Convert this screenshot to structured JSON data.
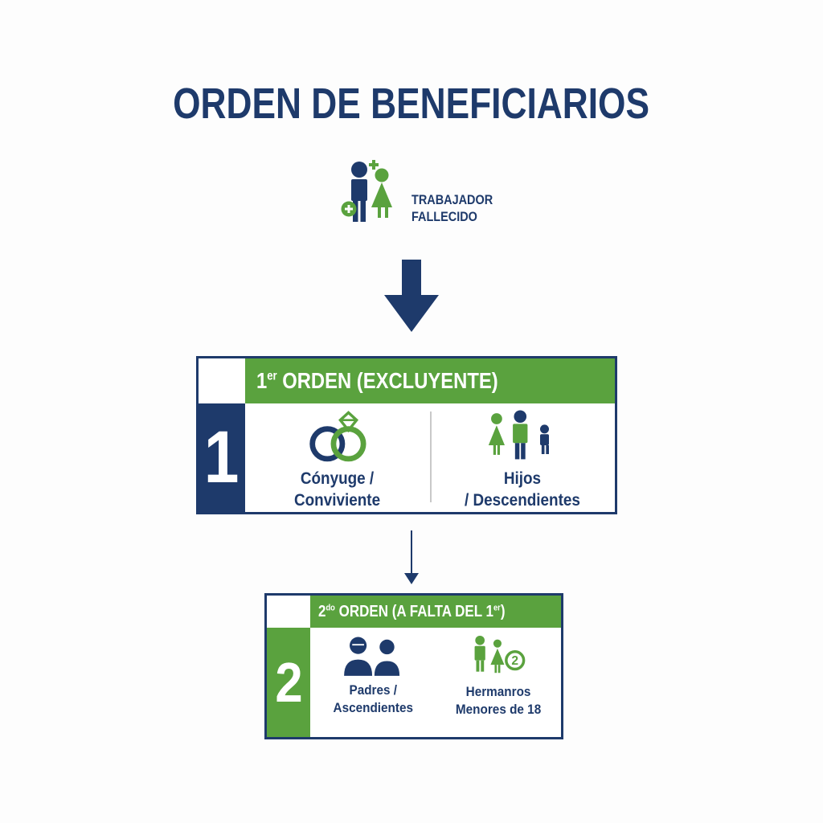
{
  "colors": {
    "navy": "#1e3a6b",
    "green": "#5aa23e",
    "background": "#fdfdfd",
    "divider": "#c9c9c9"
  },
  "title": "ORDEN DE BENEFICIARIOS",
  "worker": {
    "icon": "deceased-worker-couple-icon",
    "label_line1": "TRABAJADOR",
    "label_line2": "FALLECIDO"
  },
  "flow": {
    "main_arrow_icon": "down-block-arrow-icon",
    "secondary_arrow_icon": "down-thin-arrow-icon"
  },
  "order1": {
    "number": "1",
    "header": {
      "num": "1",
      "sup": "er",
      "rest": " ORDEN (EXCLUYENTE)"
    },
    "items": [
      {
        "icon": "wedding-rings-icon",
        "caption_line1": "Cónyuge /",
        "caption_line2": "Conviviente"
      },
      {
        "icon": "children-family-icon",
        "caption_line1": "Hijos",
        "caption_line2": "/ Descendientes"
      }
    ]
  },
  "order2": {
    "number": "2",
    "header": {
      "num": "2",
      "sup": "do",
      "rest": " ORDEN (A FALTA DEL 1",
      "sup2": "er",
      "close": ")"
    },
    "items": [
      {
        "icon": "parents-icon",
        "caption_line1": "Padres /",
        "caption_line2": "Ascendientes"
      },
      {
        "icon": "minor-siblings-icon",
        "badge": "2",
        "caption_line1": "Hermanros",
        "caption_line2": "Menores de 18"
      }
    ]
  }
}
